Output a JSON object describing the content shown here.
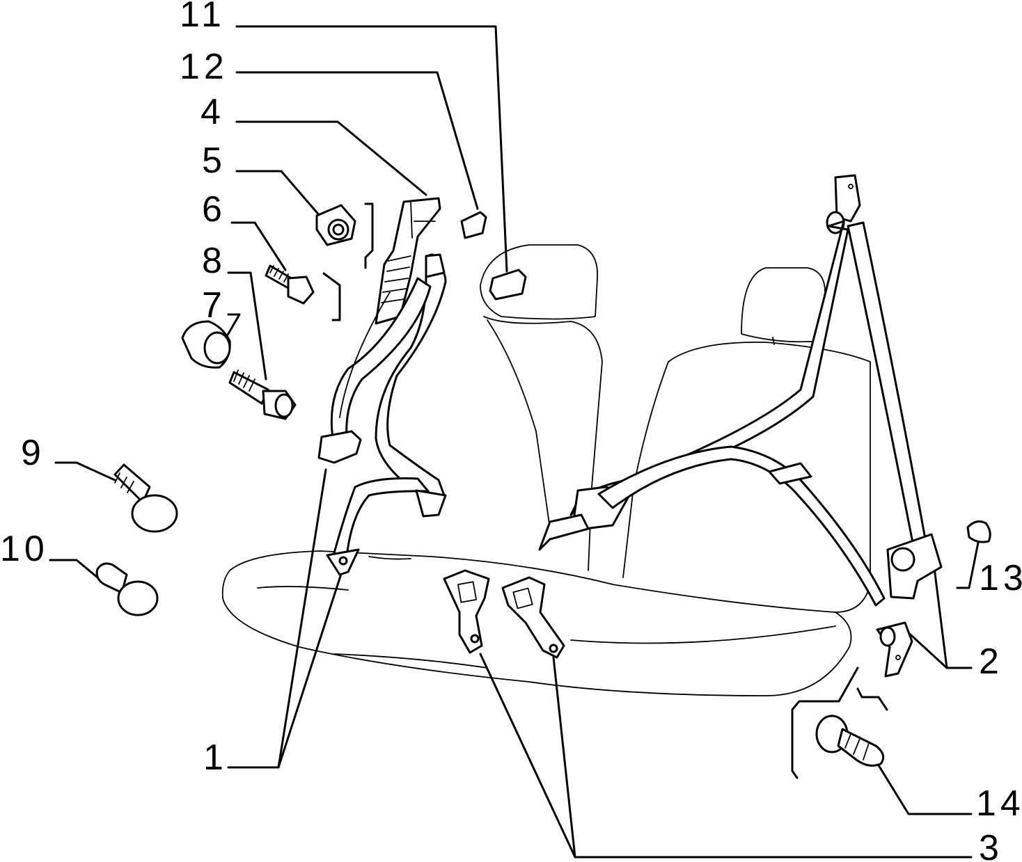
{
  "callouts": [
    "11",
    "12",
    "4",
    "5",
    "6",
    "8",
    "7",
    "9",
    "10",
    "13",
    "2",
    "1",
    "14",
    "3"
  ]
}
